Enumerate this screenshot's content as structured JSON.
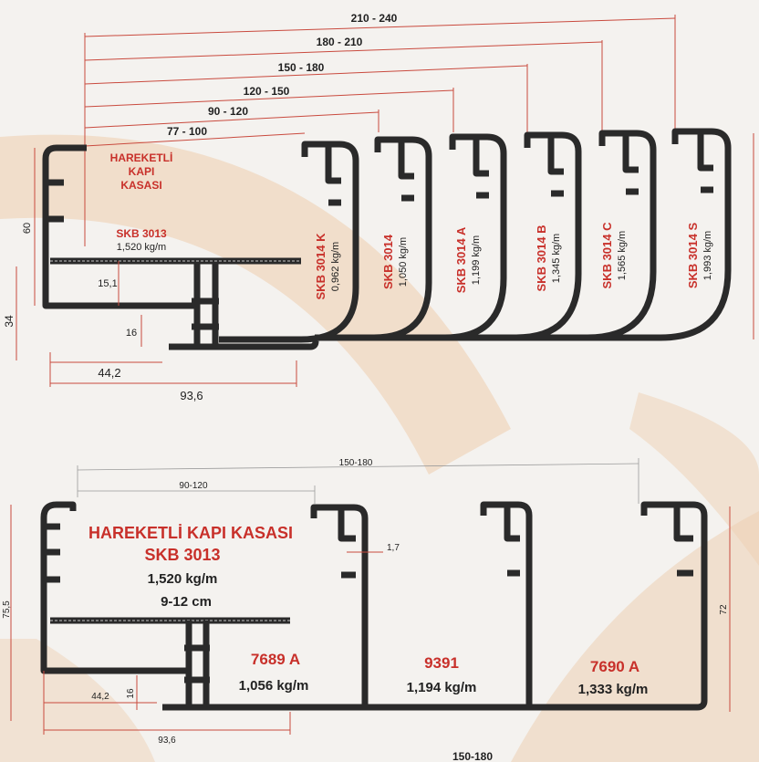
{
  "top": {
    "ranges": [
      "210 - 240",
      "180 - 210",
      "150 - 180",
      "120 - 150",
      "90 - 120",
      "77 - 100"
    ],
    "main_title": [
      "HAREKETLİ",
      "KAPI",
      "KASASI"
    ],
    "main_code": "SKB 3013",
    "main_weight": "1,520 kg/m",
    "profiles": [
      {
        "code": "SKB 3014 K",
        "weight": "0,962 kg/m"
      },
      {
        "code": "SKB 3014",
        "weight": "1,050 kg/m"
      },
      {
        "code": "SKB 3014 A",
        "weight": "1,199 kg/m"
      },
      {
        "code": "SKB 3014 B",
        "weight": "1,345 kg/m"
      },
      {
        "code": "SKB 3014 C",
        "weight": "1,565 kg/m"
      },
      {
        "code": "SKB 3014 S",
        "weight": "1,993 kg/m"
      }
    ],
    "dims": {
      "h60": "60",
      "h34": "34",
      "d15": "15,1",
      "d16": "16",
      "w44": "44,2",
      "w93": "93,6"
    }
  },
  "bottom": {
    "ranges": [
      "150-180",
      "90-120"
    ],
    "title": "HAREKETLİ KAPI KASASI",
    "code": "SKB 3013",
    "weight": "1,520 kg/m",
    "span": "9-12 cm",
    "dims": {
      "h75": "75,5",
      "h72": "72",
      "t17": "1,7",
      "d16": "16",
      "w44": "44,2",
      "w93": "93,6"
    },
    "profiles": [
      {
        "code": "7689 A",
        "weight": "1,056 kg/m"
      },
      {
        "code": "9391",
        "weight": "1,194 kg/m"
      },
      {
        "code": "7690 A",
        "weight": "1,333 kg/m"
      }
    ],
    "cut_label": "150-180"
  },
  "colors": {
    "accent_red": "#c8302a",
    "profile": "#2a2a2a",
    "dimension": "#c94a3e",
    "band": "#efd2b4"
  }
}
